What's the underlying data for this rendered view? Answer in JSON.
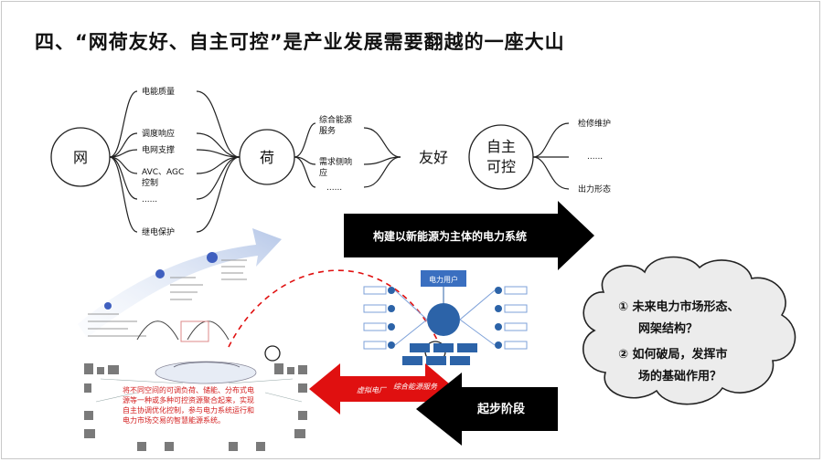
{
  "title": "四、“网荷友好、自主可控”是产业发展需要翻越的一座大山",
  "net": {
    "label": "网",
    "items": [
      "电能质量",
      "调度响应",
      "电网支撑",
      "AVC、AGC",
      "控制",
      "......",
      "继电保护"
    ]
  },
  "load": {
    "label": "荷",
    "items": [
      "综合能源",
      "服务",
      "需求侧响",
      "应",
      "......"
    ]
  },
  "friendly": "友好",
  "autonomy": {
    "label_line1": "自主",
    "label_line2": "可控",
    "items": [
      "检修维护",
      "......",
      "出力形态"
    ]
  },
  "arrow_top": "构建以新能源为主体的电力系统",
  "arrow_bottom": "起步阶段",
  "red_arrow": {
    "left": "虚拟电厂",
    "right": "综合能源服务"
  },
  "dispatch_center": "电力用户",
  "cloud": {
    "q1_line1": "① 未来电力市场形态、",
    "q1_line2": "网架结构？",
    "q2_line1": "② 如何破局，发挥市",
    "q2_line2": "场的基础作用？"
  },
  "vpp_caption": [
    "将不同空间的可调负荷、储能、分布式电",
    "源等一种或多种可控资源聚合起来，实现",
    "自主协调优化控制，参与电力系统运行和",
    "电力市场交易的智慧能源系统。"
  ],
  "colors": {
    "black_arrow": "#000000",
    "red_arrow": "#e01010",
    "blue_arrow": "#c9d7ee",
    "caption_text": "#d42020",
    "dot_blue": "#3f5fbf",
    "node_blue": "#2c63a8"
  }
}
